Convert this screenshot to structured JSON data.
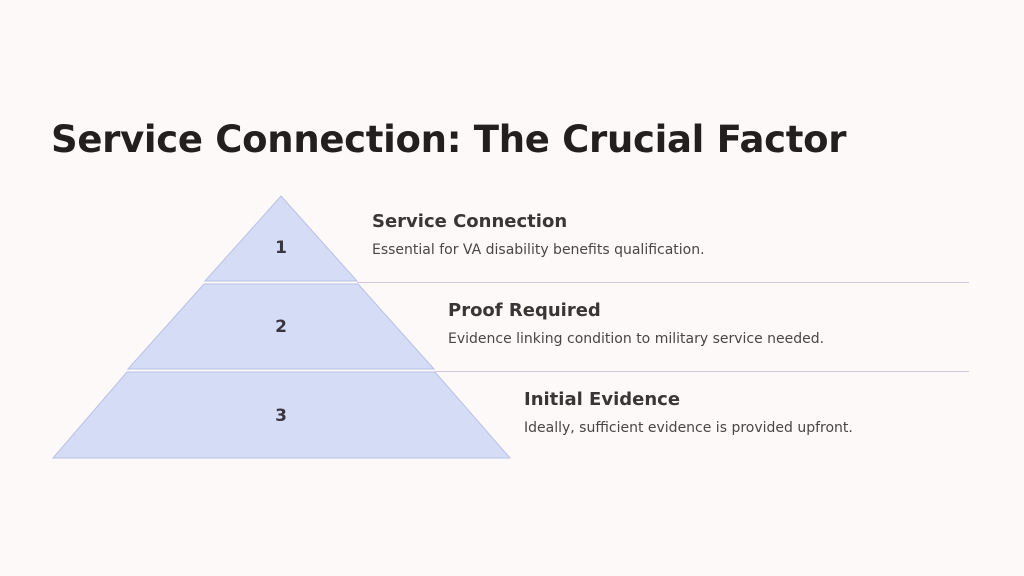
{
  "title": "Service Connection: The Crucial Factor",
  "colors": {
    "background": "#fcf9f8",
    "tier_fill": "#d5dcf5",
    "tier_stroke": "#b9c1e6",
    "separator": "#cfc8de",
    "title_text": "#231f1e"
  },
  "tiers": [
    {
      "number": "1",
      "heading": "Service Connection",
      "description": "Essential for VA disability benefits qualification."
    },
    {
      "number": "2",
      "heading": "Proof Required",
      "description": "Evidence linking condition to military service needed."
    },
    {
      "number": "3",
      "heading": "Initial Evidence",
      "description": "Ideally, sufficient evidence is provided upfront."
    }
  ]
}
